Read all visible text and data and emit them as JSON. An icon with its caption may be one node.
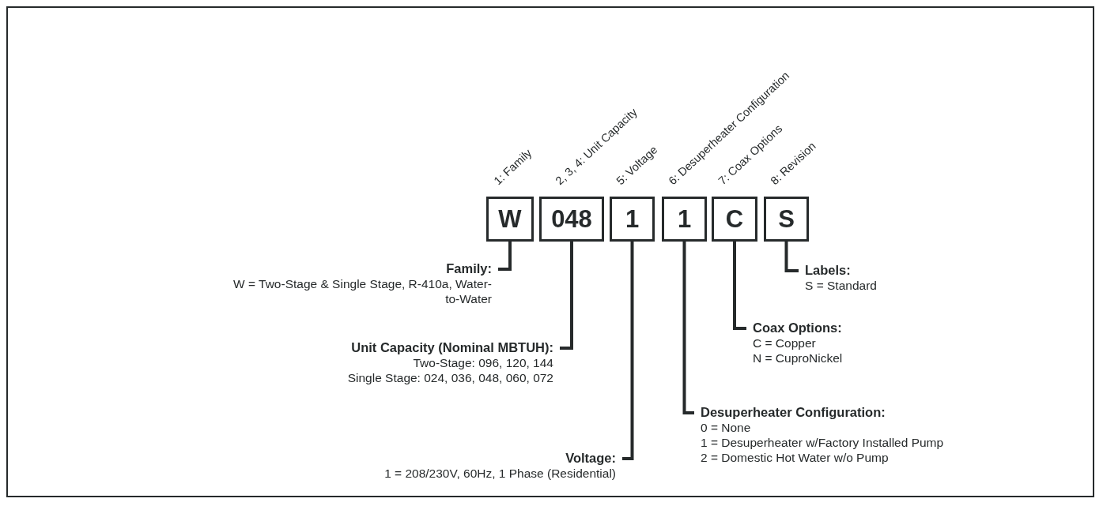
{
  "diagram": {
    "nodes": [
      {
        "text": [
          "W"
        ],
        "beside": [
          "1: Family"
        ]
      },
      {
        "text": [
          "048"
        ],
        "beside": [
          "2, 3, 4: Unit Capacity"
        ]
      },
      {
        "text": [
          "1"
        ],
        "beside": [
          "5: Voltage"
        ]
      },
      {
        "text": [
          "1"
        ],
        "beside": [
          "6: Desuperheater Configuration"
        ]
      },
      {
        "text": [
          "C"
        ],
        "beside": [
          "7: Coax Options"
        ]
      },
      {
        "text": [
          "S"
        ],
        "beside": [
          "8: Revision"
        ]
      },
      {
        "text": [
          "Family:",
          "W = Two-Stage & Single Stage, R-410a, Water-to-Water"
        ]
      },
      {
        "text": [
          "Unit Capacity (Nominal MBTUH):",
          "Two-Stage: 096, 120, 144",
          "Single Stage: 024, 036, 048, 060, 072"
        ]
      },
      {
        "text": [
          "Voltage:",
          "1 = 208/230V, 60Hz, 1 Phase (Residential)"
        ]
      },
      {
        "text": [
          "Desuperheater Configuration:",
          "0 = None",
          "1 = Desuperheater w/Factory Installed Pump",
          "2 = Domestic Hot Water w/o Pump"
        ]
      },
      {
        "text": [
          "Coax Options:",
          "C = Copper",
          "N = CuproNickel"
        ]
      },
      {
        "text": [
          "Labels:",
          "S = Standard"
        ]
      }
    ],
    "edges": [
      {
        "from": 0,
        "to": 6,
        "arrow": "none"
      },
      {
        "from": 1,
        "to": 7,
        "arrow": "none"
      },
      {
        "from": 2,
        "to": 8,
        "arrow": "none"
      },
      {
        "from": 3,
        "to": 9,
        "arrow": "none"
      },
      {
        "from": 4,
        "to": 10,
        "arrow": "none"
      },
      {
        "from": 5,
        "to": 11,
        "arrow": "none"
      }
    ]
  }
}
